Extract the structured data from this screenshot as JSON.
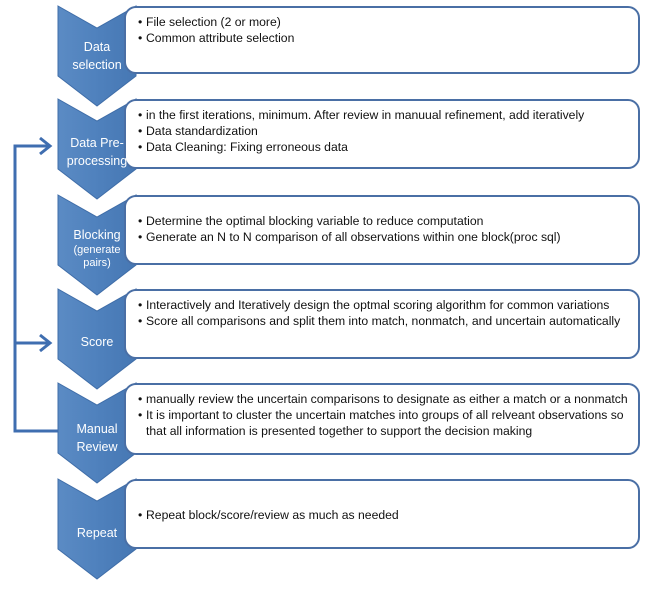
{
  "steps": [
    {
      "label_lines": [
        "Data",
        "selection"
      ],
      "bullets": [
        "File selection (2 or more)",
        "Common attribute selection"
      ]
    },
    {
      "label_lines": [
        "Data Pre-",
        "processing"
      ],
      "bullets": [
        "in the first iterations, minimum.  After review in manuual refinement, add iteratively",
        "Data standardization",
        "Data Cleaning: Fixing erroneous data"
      ]
    },
    {
      "label_lines": [
        "Blocking",
        "(generate",
        "pairs)"
      ],
      "bullets": [
        "Determine the optimal blocking variable to reduce computation",
        "Generate an N to N comparison of all observations within one block(proc sql)"
      ]
    },
    {
      "label_lines": [
        "Score"
      ],
      "bullets": [
        "Interactively and Iteratively design the optmal  scoring algorithm for common variations",
        "Score all comparisons and split them into match, nonmatch, and uncertain automatically"
      ]
    },
    {
      "label_lines": [
        "Manual",
        "Review"
      ],
      "bullets": [
        "manually review the uncertain comparisons to designate as either a match or a nonmatch",
        "It is important to cluster the uncertain matches into groups of all relveant observations so that all information is presented together to support the decision making"
      ]
    },
    {
      "label_lines": [
        "Repeat"
      ],
      "bullets": [
        "Repeat block/score/review as much as needed"
      ]
    }
  ],
  "colors": {
    "chevron": "#4f81bd",
    "chevron_edge": "#3f6da8",
    "box_border": "#4a6fa5",
    "loop_arrow": "#3f6eb0"
  }
}
